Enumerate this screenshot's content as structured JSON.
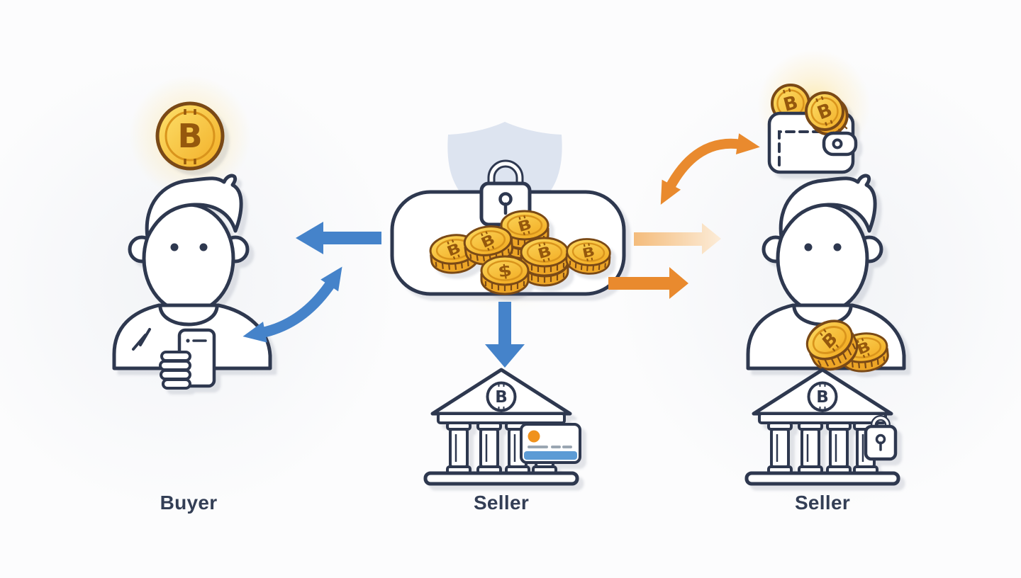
{
  "diagram": {
    "type": "flow-illustration",
    "labels": {
      "left": "Buyer",
      "center": "Seller",
      "right": "Seller"
    },
    "symbols": {
      "bitcoin": "B",
      "dollar": "$"
    },
    "colors": {
      "background": "#fcfcfd",
      "ink": "#2e3850",
      "blue": "#4583ca",
      "orange": "#e98a2e",
      "pale_orange": "#f6c58b",
      "gold": "#f7bc33",
      "gold_outline": "#7a4a14",
      "gold_side": "#eda526",
      "gold_ring": "#d9941f",
      "gold_symbol": "#95590f",
      "shield": "#dde4f0",
      "label": "#333e55",
      "card_stripe": "#5b9bd5",
      "chip": "#f0921e",
      "glow": "#ffd95e"
    },
    "nodes": [
      {
        "id": "buyer",
        "label": "Buyer",
        "icons": [
          "bitcoin-coin",
          "person-holding-phone"
        ]
      },
      {
        "id": "escrow",
        "icons": [
          "shield",
          "padlock",
          "bitcoin-coin-pile",
          "dollar-coin"
        ]
      },
      {
        "id": "seller-bank",
        "label": "Seller",
        "icons": [
          "bank-bitcoin",
          "credit-card"
        ]
      },
      {
        "id": "seller-person",
        "label": "Seller",
        "icons": [
          "bitcoin-wallet",
          "person-with-bitcoin-coins",
          "bank-bitcoin-padlock"
        ]
      }
    ],
    "arrows": [
      {
        "id": "escrow-to-buyer",
        "color": "#4583ca",
        "direction": "left",
        "style": "straight"
      },
      {
        "id": "buyer-escrow-exchange",
        "color": "#4583ca",
        "direction": "both",
        "style": "curved"
      },
      {
        "id": "escrow-to-bank",
        "color": "#4583ca",
        "direction": "down",
        "style": "straight"
      },
      {
        "id": "escrow-to-seller-pending",
        "color": "#f6c58b",
        "direction": "right",
        "style": "straight-faded"
      },
      {
        "id": "escrow-to-seller",
        "color": "#e98a2e",
        "direction": "right",
        "style": "straight"
      },
      {
        "id": "seller-wallet-exchange",
        "color": "#e98a2e",
        "direction": "both",
        "style": "curved"
      }
    ]
  }
}
